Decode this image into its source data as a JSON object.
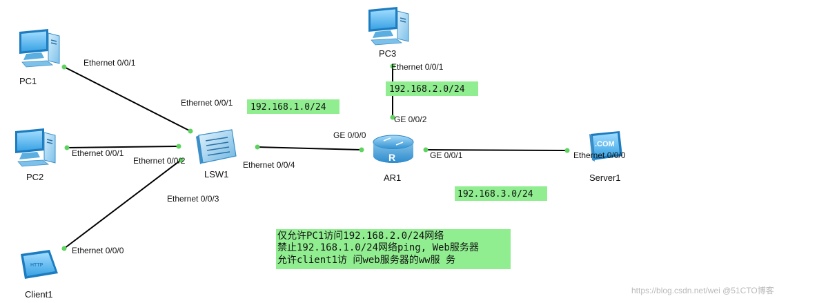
{
  "devices": {
    "pc1": "PC1",
    "pc2": "PC2",
    "pc3": "PC3",
    "client1": "Client1",
    "lsw1": "LSW1",
    "ar1": "AR1",
    "server1": "Server1"
  },
  "device_icons": {
    "pc1": "pc-icon",
    "pc2": "pc-icon",
    "pc3": "pc-icon",
    "client1": "client-icon",
    "lsw1": "switch-icon",
    "ar1": "router-icon",
    "server1": "server-icon"
  },
  "ports": {
    "pc1_e001": "Ethernet 0/0/1",
    "lsw1_to_pc1": "Ethernet 0/0/1",
    "pc2_e001": "Ethernet 0/0/1",
    "lsw1_to_pc2": "Ethernet 0/0/2",
    "lsw1_to_client": "Ethernet 0/0/3",
    "client1_e000": "Ethernet 0/0/0",
    "lsw1_to_ar1": "Ethernet 0/0/4",
    "ar1_ge000": "GE 0/0/0",
    "ar1_ge001": "GE 0/0/1",
    "ar1_ge002": "GE 0/0/2",
    "pc3_e001": "Ethernet 0/0/1",
    "server1_e000": "Ethernet 0/0/0"
  },
  "networks": {
    "net1": "192.168.1.0/24",
    "net2": "192.168.2.0/24",
    "net3": "192.168.3.0/24"
  },
  "notes": [
    "仅允许PC1访问192.168.2.0/24网络",
    "禁止192.168.1.0/24网络ping, Web服务器",
    "允许client1访 问web服务器的ww服 务"
  ],
  "server_badge": ".COM",
  "client_badge": "HTTP",
  "router_badge": "R",
  "watermark": "https://blog.csdn.net/wei @51CTO博客",
  "colors": {
    "link": "#000000",
    "port_dot": "#5fd35f",
    "label_bg": "#90ee90",
    "device_blue": "#3d9bd6"
  }
}
